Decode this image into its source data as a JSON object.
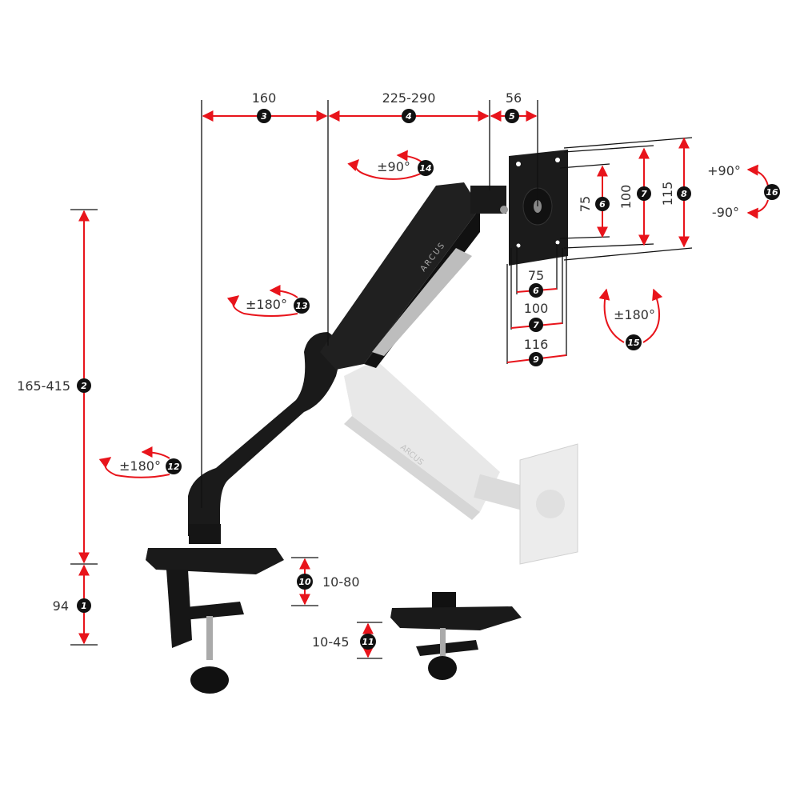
{
  "colors": {
    "accent": "#e8141b",
    "badge": "#111111",
    "arm": "#1c1c1c",
    "ghost": "#e2e2e2"
  },
  "brand": "ARCUS",
  "dimensions": {
    "d1": {
      "badge": "1",
      "value": "94"
    },
    "d2": {
      "badge": "2",
      "value": "165-415"
    },
    "d3": {
      "badge": "3",
      "value": "160"
    },
    "d4": {
      "badge": "4",
      "value": "225-290"
    },
    "d5": {
      "badge": "5",
      "value": "56"
    },
    "d6v": {
      "badge": "6",
      "value": "75"
    },
    "d7v": {
      "badge": "7",
      "value": "100"
    },
    "d8": {
      "badge": "8",
      "value": "115"
    },
    "d6h": {
      "badge": "6",
      "value": "75"
    },
    "d7h": {
      "badge": "7",
      "value": "100"
    },
    "d9": {
      "badge": "9",
      "value": "116"
    },
    "d10": {
      "badge": "10",
      "value": "10-80"
    },
    "d11": {
      "badge": "11",
      "value": "10-45"
    }
  },
  "rotations": {
    "r12": {
      "badge": "12",
      "value": "±180°"
    },
    "r13": {
      "badge": "13",
      "value": "±180°"
    },
    "r14": {
      "badge": "14",
      "value": "±90°"
    },
    "r15": {
      "badge": "15",
      "value": "±180°"
    },
    "r16": {
      "badge": "16",
      "plus": "+90°",
      "minus": "-90°"
    }
  }
}
